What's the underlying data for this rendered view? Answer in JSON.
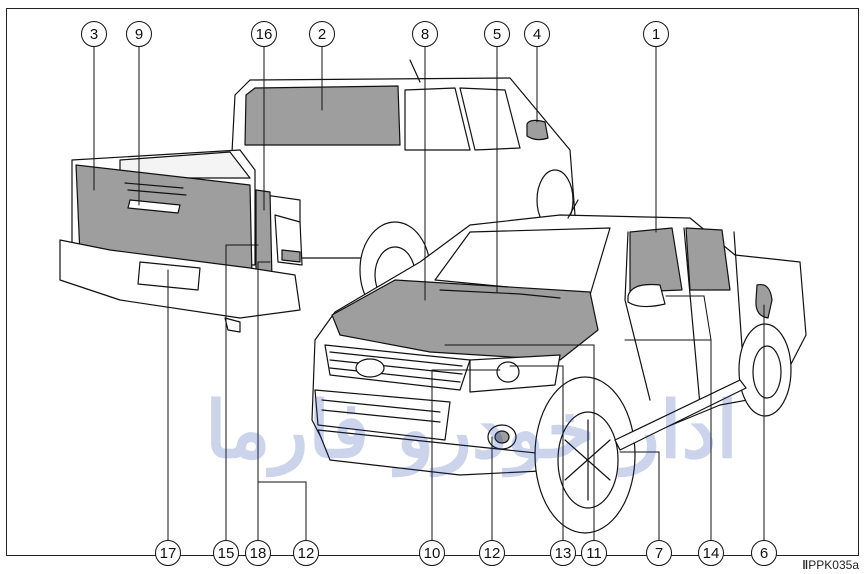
{
  "callouts": {
    "c1": "1",
    "c2": "2",
    "c3": "3",
    "c4": "4",
    "c5": "5",
    "c6": "6",
    "c7": "7",
    "c8": "8",
    "c9": "9",
    "c10": "10",
    "c11": "11",
    "c12a": "12",
    "c12b": "12",
    "c13": "13",
    "c14": "14",
    "c15": "15",
    "c16": "16",
    "c17": "17",
    "c18": "18"
  },
  "figure_code": "PPK035a",
  "watermark": "ادار خودرو فارما",
  "colors": {
    "shade": "#9e9e9e",
    "outline": "#111111",
    "watermark": "#1e3fae"
  }
}
